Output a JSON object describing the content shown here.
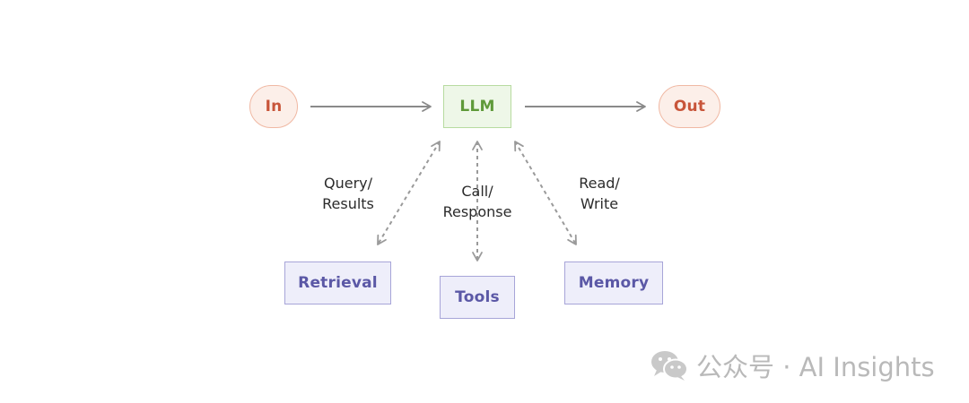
{
  "diagram": {
    "nodes": {
      "input": "In",
      "llm": "LLM",
      "output": "Out",
      "retrieval": "Retrieval",
      "tools": "Tools",
      "memory": "Memory"
    },
    "edge_labels": {
      "retrieval": [
        "Query/",
        "Results"
      ],
      "tools": [
        "Call/",
        "Response"
      ],
      "memory": [
        "Read/",
        "Write"
      ]
    },
    "colors": {
      "io": "#c8553a",
      "llm": "#5f9a3a",
      "aux": "#5b58a6",
      "arrow": "#8a8a8a"
    }
  },
  "watermark": {
    "text": "公众号 · AI Insights",
    "icon": "wechat-icon"
  }
}
